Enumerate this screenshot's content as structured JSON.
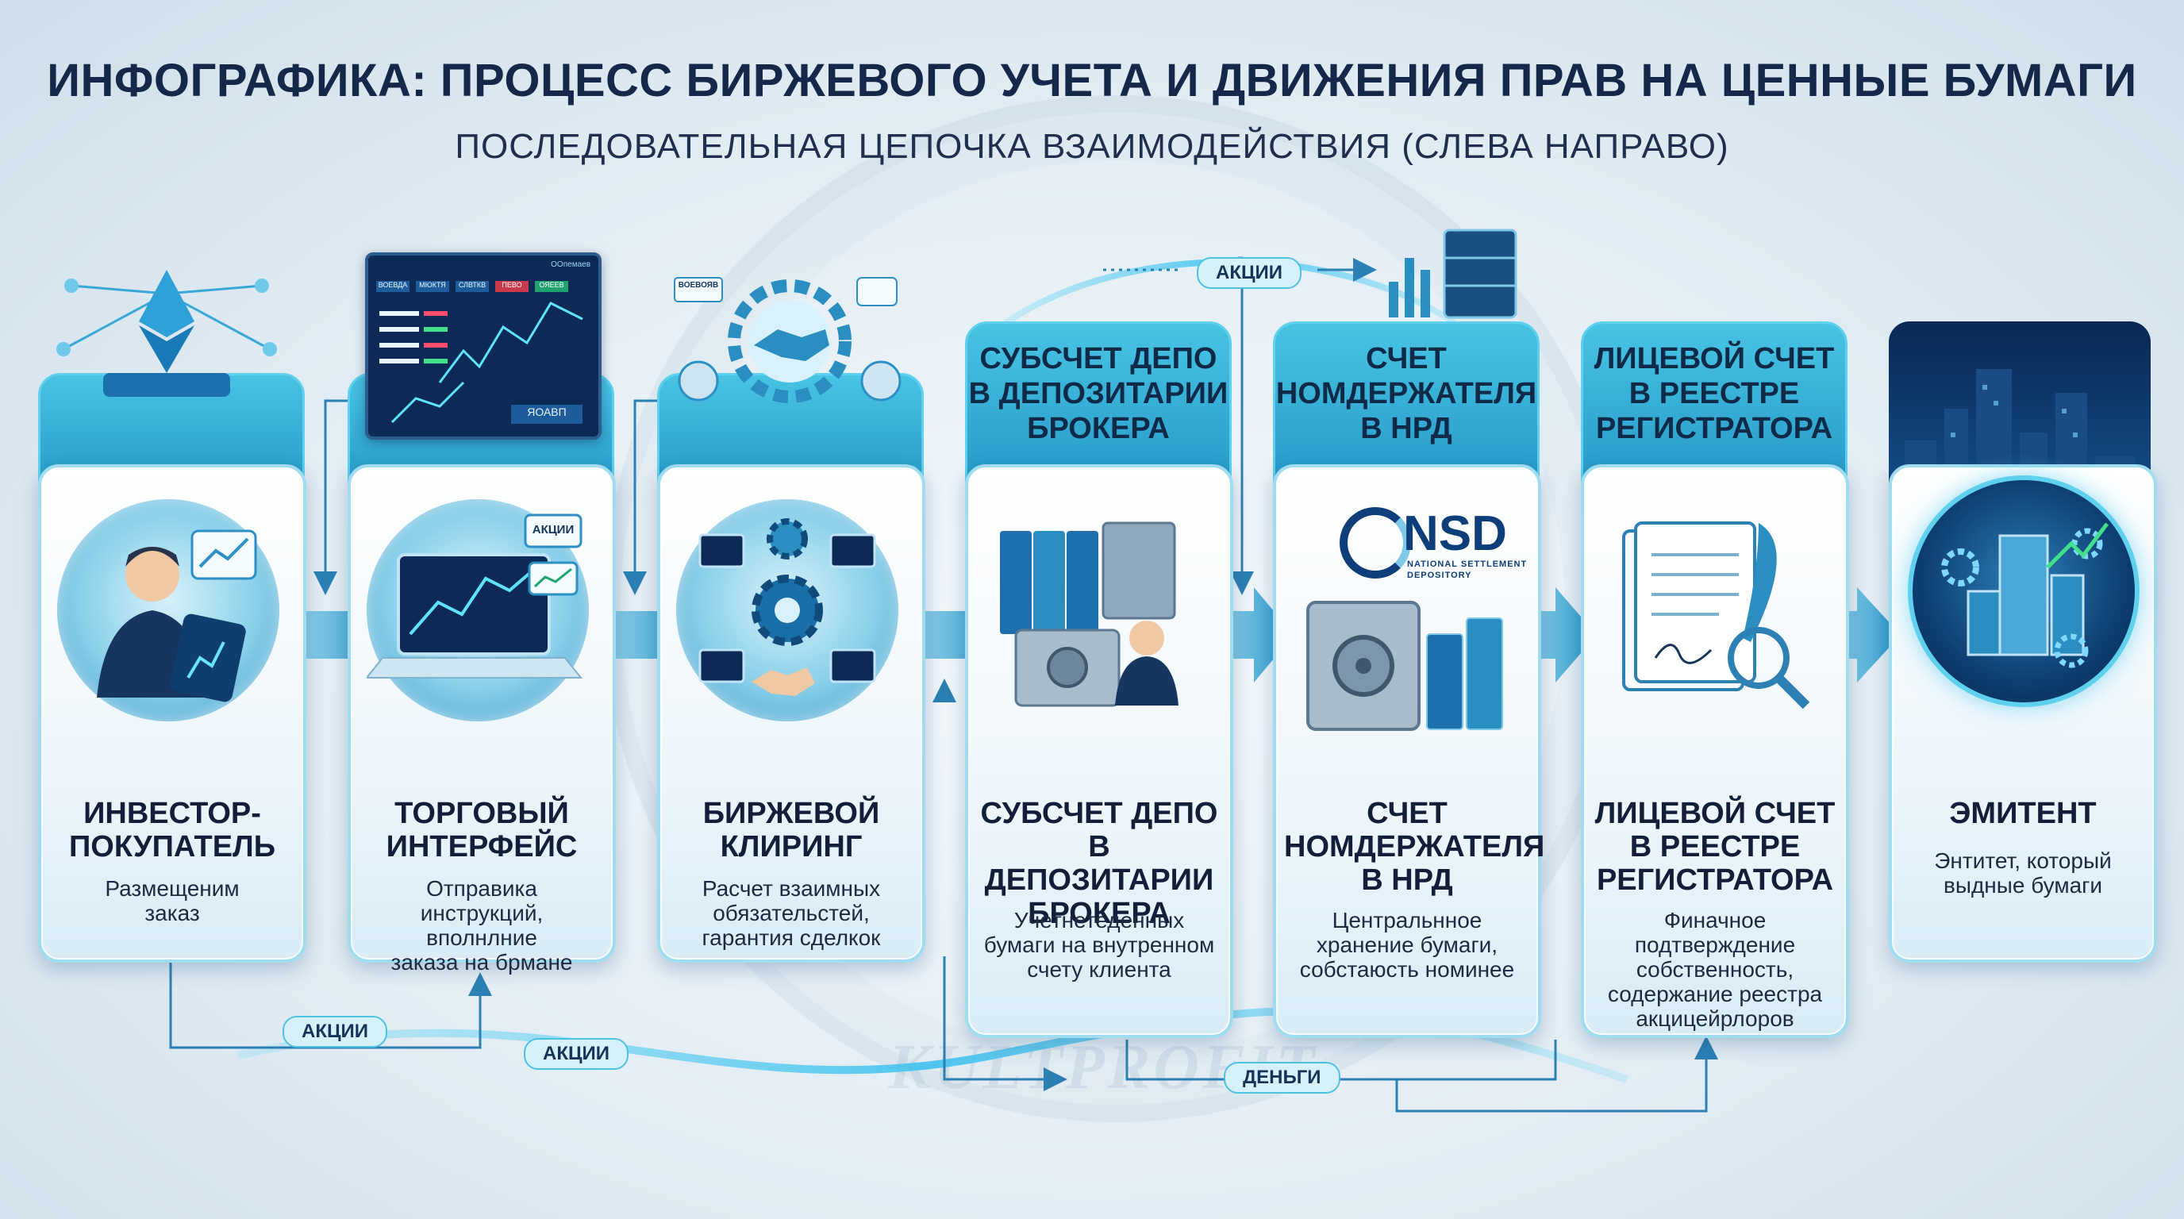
{
  "title": "ИНФОГРАФИКА: ПРОЦЕСС БИРЖЕВОГО УЧЕТА И ДВИЖЕНИЯ ПРАВ НА ЦЕННЫЕ БУМАГИ",
  "subtitle": "ПОСЛЕДОВАТЕЛЬНАЯ ЦЕПОЧКА ВЗАИМОДЕЙСТВИЯ (СЛЕВА НАПРАВО)",
  "watermark": "KULTPROFIT",
  "steps": [
    {
      "title": "ИНВЕСТОР-\nПОКУПАТЕЛЬ",
      "desc": "Размещеним\nзаказ",
      "icon": "investor-tablet-icon"
    },
    {
      "title": "ТОРГОВЫЙ\nИНТЕРФЕЙС",
      "desc": "Отправика\nинструкций, вполнлние\nзаказа на брмане",
      "icon": "laptop-chart-icon"
    },
    {
      "title": "БИРЖЕВОЙ\nКЛИРИНГ",
      "desc": "Расчет взаимных\nобязательстей,\nгарантия сделкок",
      "icon": "clearing-gears-icon"
    },
    {
      "header": "СУБСЧЕТ ДЕПО\nВ ДЕПОЗИТАРИИ\nБРОКЕРА",
      "title": "СУБСЧЕТ ДЕПО\nВ ДЕПОЗИТАРИИ\nБРОКЕРА",
      "desc": "Учетнетеденных\nбумаги на внутренном\nсчету клиента",
      "icon": "depository-folders-icon"
    },
    {
      "header": "СЧЕТ\nНОМДЕРЖАТЕЛЯ\nВ НРД",
      "title": "СЧЕТ\nНОМДЕРЖАТЕЛЯ\nВ НРД",
      "desc": "Центральнное\nхранение бумаги,\nсобстаюсть номинее",
      "icon": "vault-server-icon"
    },
    {
      "header": "ЛИЦЕВОЙ СЧЕТ\nВ РЕЕСТРЕ\nРЕГИСТРАТОРА",
      "title": "ЛИЦЕВОЙ СЧЕТ\nВ РЕЕСТРЕ\nРЕГИСТРАТОРА",
      "desc": "Финачное\nподтверждение\nсобственность,\nсодержание реестра\nакцицейрлоров",
      "icon": "registry-document-icon"
    },
    {
      "title": "ЭМИТЕНТ",
      "desc": "Энтитет, который\nвыдные бумаги",
      "icon": "issuer-buildings-icon"
    }
  ],
  "flow_labels": {
    "aktsii_top": "АКЦИИ",
    "aktsii_bottom_1": "АКЦИИ",
    "aktsii_bottom_2": "АКЦИИ",
    "dengi": "ДЕНЬГИ",
    "aktsii_badge": "АКЦИИ"
  },
  "screen": {
    "tab1": "ВОЕВДА",
    "tab2": "МЮКТЯ",
    "tab3": "СЛВТКВ",
    "tab4": "ПЕВО",
    "tab5": "ОЯЕЕВ",
    "button": "ЯОАВП",
    "corner": "ООпемаев"
  },
  "side_labels": {
    "chip1": "ВОЕВОЯВ"
  },
  "nsd": {
    "logo": "NSD",
    "line1": "NATIONAL SETTLEMENT",
    "line2": "DEPOSITORY"
  },
  "colors": {
    "accent": "#2ea6d6",
    "dark": "#16284a",
    "arrow": "#2c9fcf"
  }
}
